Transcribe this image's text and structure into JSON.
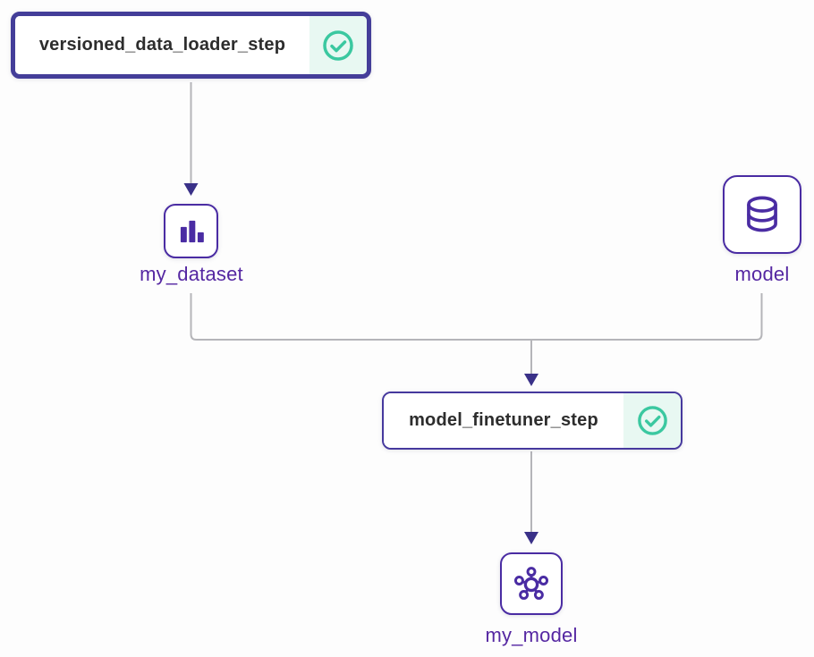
{
  "canvas": {
    "background": "#fdfdfd"
  },
  "colors": {
    "selected_step_border": "#443E99",
    "step_border": "#46399E",
    "step_text": "#2d2d2d",
    "status_bg": "#E8F8F2",
    "status_green": "#3BC8A0",
    "artifact_purple": "#4A2CA3",
    "artifact_label_purple": "#5527A2",
    "edge_gray": "#b5b5b9",
    "arrowhead_purple": "#3A3188"
  },
  "graph": {
    "steps": [
      {
        "id": "versioned_data_loader_step",
        "label": "versioned_data_loader_step",
        "status": "completed",
        "status_icon": "check-circle-icon",
        "selected": true
      },
      {
        "id": "model_finetuner_step",
        "label": "model_finetuner_step",
        "status": "completed",
        "status_icon": "check-circle-icon",
        "selected": false
      }
    ],
    "artifacts": [
      {
        "id": "my_dataset",
        "label": "my_dataset",
        "icon": "bar-chart-icon"
      },
      {
        "id": "model",
        "label": "model",
        "icon": "database-icon"
      },
      {
        "id": "my_model",
        "label": "my_model",
        "icon": "network-icon"
      }
    ],
    "edges": [
      {
        "from": "versioned_data_loader_step",
        "to": "my_dataset"
      },
      {
        "from": "my_dataset",
        "to": "model_finetuner_step"
      },
      {
        "from": "model",
        "to": "model_finetuner_step"
      },
      {
        "from": "model_finetuner_step",
        "to": "my_model"
      }
    ]
  }
}
